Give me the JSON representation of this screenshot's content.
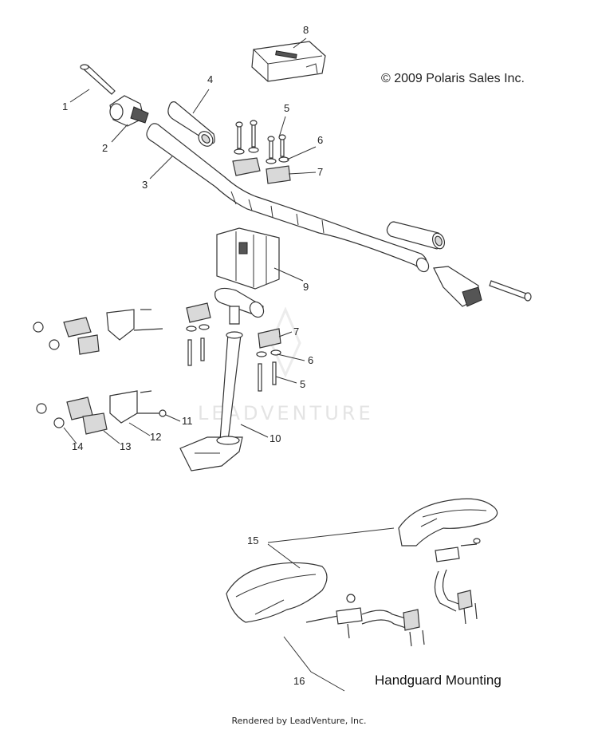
{
  "copyright": "© 2009 Polaris Sales Inc.",
  "subtitle": "Handguard Mounting",
  "footer": "Rendered by LeadVenture, Inc.",
  "watermark": "LEADVENTURE",
  "callouts": [
    "1",
    "2",
    "3",
    "4",
    "5",
    "6",
    "7",
    "8",
    "9",
    "7",
    "6",
    "5",
    "10",
    "11",
    "12",
    "13",
    "14",
    "15",
    "16"
  ]
}
